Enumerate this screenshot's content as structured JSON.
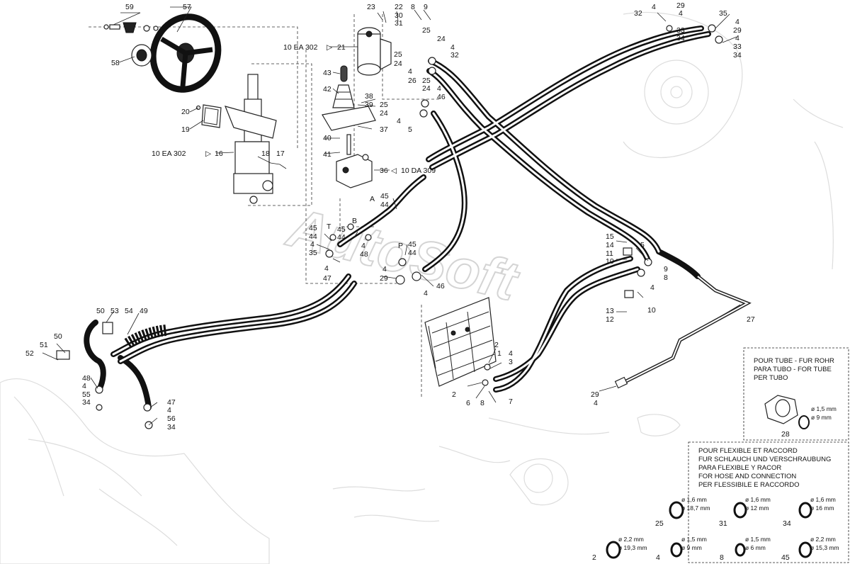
{
  "watermark": "AutoSoft",
  "callouts": {
    "59": "59",
    "57": "57",
    "58": "58",
    "20": "20",
    "19": "19",
    "ref_16": "10 EA 302",
    "n16": "16",
    "18": "18",
    "17": "17",
    "23": "23",
    "22": "22",
    "8a": "8",
    "9a": "9",
    "30": "30",
    "31": "31",
    "25a": "25",
    "ref_21": "10 EA 302",
    "n21": "21",
    "24a": "24",
    "25b": "25",
    "24b": "24",
    "4a": "4",
    "32a": "32",
    "4b": "4",
    "26": "26",
    "25c": "25",
    "24c": "24",
    "4c": "4",
    "46a": "46",
    "43": "43",
    "42": "42",
    "38": "38",
    "39": "39",
    "25d": "25",
    "24d": "24",
    "37": "37",
    "4d": "4",
    "5a": "5",
    "40": "40",
    "41": "41",
    "n36": "36",
    "ref_36": "10 DA 309",
    "45a": "45",
    "44a": "44",
    "A": "A",
    "T": "T",
    "45b": "45",
    "44b": "44",
    "B": "B",
    "45c": "45",
    "44c": "44",
    "4e": "4",
    "35a": "35",
    "4f": "4",
    "48a": "48",
    "P": "P",
    "45d": "45",
    "44d": "44",
    "4g": "4",
    "47a": "47",
    "4h": "4",
    "29a": "29",
    "4i": "4",
    "46b": "46",
    "32b": "32",
    "4j": "4",
    "29b": "29",
    "4k": "4",
    "35b": "35",
    "33a": "33",
    "34a": "34",
    "4l": "4",
    "29c": "29",
    "4m": "4",
    "33b": "33",
    "34b": "34",
    "15": "15",
    "14": "14",
    "11": "11",
    "10a": "10",
    "5b": "5",
    "9b": "9",
    "4n": "4",
    "8b": "8",
    "13": "13",
    "12": "12",
    "10b": "10",
    "27": "27",
    "50a": "50",
    "53": "53",
    "54": "54",
    "49": "49",
    "50b": "50",
    "51": "51",
    "52": "52",
    "48b": "48",
    "4o": "4",
    "55": "55",
    "34c": "34",
    "47b": "47",
    "4p": "4",
    "56": "56",
    "34d": "34",
    "2a": "2",
    "1": "1",
    "4q": "4",
    "3": "3",
    "2b": "2",
    "6": "6",
    "8c": "8",
    "7": "7",
    "29d": "29",
    "4r": "4",
    "28": "28"
  },
  "tube_box": {
    "lines": [
      "POUR TUBE - FUR ROHR",
      "PARA TUBO - FOR TUBE",
      "PER TUBO"
    ],
    "d1": "ø 1,5 mm",
    "d2": "ø 9 mm",
    "item": "28"
  },
  "hose_box": {
    "lines": [
      "POUR FLEXIBLE ET RACCORD",
      "FUR SCHLAUCH UND VERSCHRAUBUNG",
      "PARA FLEXIBLE Y RACOR",
      "FOR HOSE AND CONNECTION",
      "PER FLESSIBILE E RACCORDO"
    ],
    "rings": [
      {
        "item": "25",
        "a": "ø 1,6 mm",
        "b": "ø 18,7 mm"
      },
      {
        "item": "31",
        "a": "ø 1,6 mm",
        "b": "ø 12 mm"
      },
      {
        "item": "34",
        "a": "ø 1,6 mm",
        "b": "ø 16 mm"
      },
      {
        "item": "2",
        "a": "ø 2,2 mm",
        "b": "ø 19,3 mm"
      },
      {
        "item": "4",
        "a": "ø 1,5 mm",
        "b": "ø 9 mm"
      },
      {
        "item": "8",
        "a": "ø 1,5 mm",
        "b": "ø 6 mm"
      },
      {
        "item": "45",
        "a": "ø 2,2 mm",
        "b": "ø 15,3 mm"
      }
    ]
  }
}
